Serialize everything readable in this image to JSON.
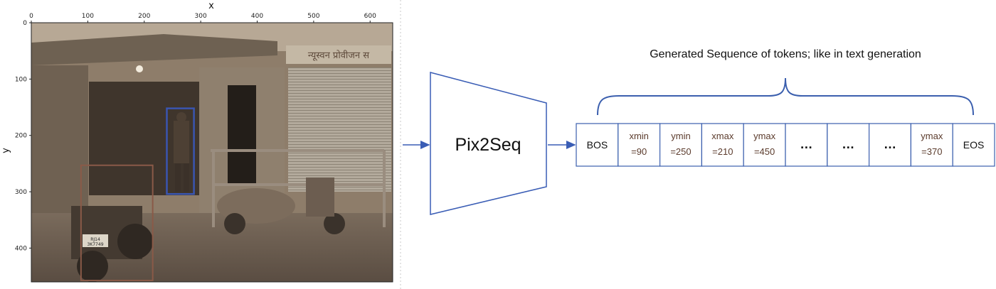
{
  "plot": {
    "x_axis_label": "x",
    "y_axis_label": "y",
    "x_ticks": [
      "0",
      "100",
      "200",
      "300",
      "400",
      "500",
      "600"
    ],
    "y_ticks": [
      "0",
      "100",
      "200",
      "300",
      "400"
    ],
    "photo_colors": {
      "sky": "#b9aa95",
      "wall": "#7d6b5a",
      "ground": "#6a5c4f",
      "shutter": "#a9a092"
    },
    "boxes": [
      {
        "label_color": "#3a55b0",
        "xmin": 240,
        "ymin": 152,
        "xmax": 288,
        "ymax": 304
      },
      {
        "label_color": "#8a5a48",
        "xmin": 88,
        "ymin": 253,
        "xmax": 215,
        "ymax": 460
      }
    ]
  },
  "model": {
    "label": "Pix2Seq"
  },
  "caption": "Generated Sequence of tokens; like in text generation",
  "tokens": [
    {
      "line1": "BOS",
      "line2": ""
    },
    {
      "line1": "xmin",
      "line2": "=90"
    },
    {
      "line1": "ymin",
      "line2": "=250"
    },
    {
      "line1": "xmax",
      "line2": "=210"
    },
    {
      "line1": "ymax",
      "line2": "=450"
    },
    {
      "line1": "...",
      "line2": ""
    },
    {
      "line1": "...",
      "line2": ""
    },
    {
      "line1": "...",
      "line2": ""
    },
    {
      "line1": "ymax",
      "line2": "=370"
    },
    {
      "line1": "EOS",
      "line2": ""
    }
  ],
  "colors": {
    "arrow": "#3a5db5",
    "outline": "#3a5db5",
    "box_outline": "#3b5fae"
  }
}
